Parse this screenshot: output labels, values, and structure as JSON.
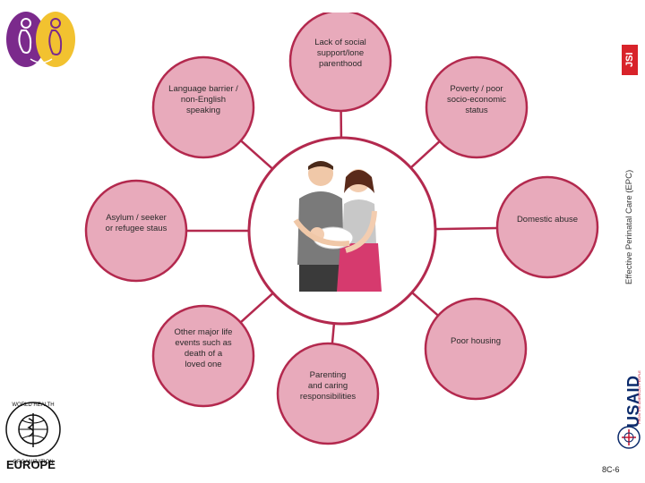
{
  "diagram": {
    "center_image": "family-illustration",
    "node_fill": "#e8aabb",
    "node_stroke": "#b3294e",
    "nodes": [
      {
        "id": "social-support",
        "label": "Lack of social\nsupport/lone\nparenthood"
      },
      {
        "id": "poverty",
        "label": "Poverty / poor\nsocio-economic\nstatus"
      },
      {
        "id": "domestic-abuse",
        "label": "Domestic abuse"
      },
      {
        "id": "poor-housing",
        "label": "Poor housing"
      },
      {
        "id": "parenting",
        "label": "Parenting\nand caring\nresponsibilities"
      },
      {
        "id": "major-life-events",
        "label": "Other major life\nevents such as\ndeath of a\nloved one"
      },
      {
        "id": "asylum",
        "label": "Asylum / seeker\nor refugee staus"
      },
      {
        "id": "language",
        "label": "Language barrier /\nnon-English\nspeaking"
      }
    ]
  },
  "sidebar": {
    "vertical_title": "Effective Perinatal Care (EPC)",
    "jsi_logo_text": "JSI",
    "usaid_text": "USAID",
    "usaid_tagline": "FROM THE AMERICAN PEOPLE"
  },
  "footer": {
    "who_region": "EUROPE",
    "page_number": "8C-6"
  },
  "colors": {
    "accent": "#b3294e",
    "node_fill": "#e8aabb",
    "jsi_red": "#d8232a",
    "usaid_blue": "#0b2a6b"
  }
}
